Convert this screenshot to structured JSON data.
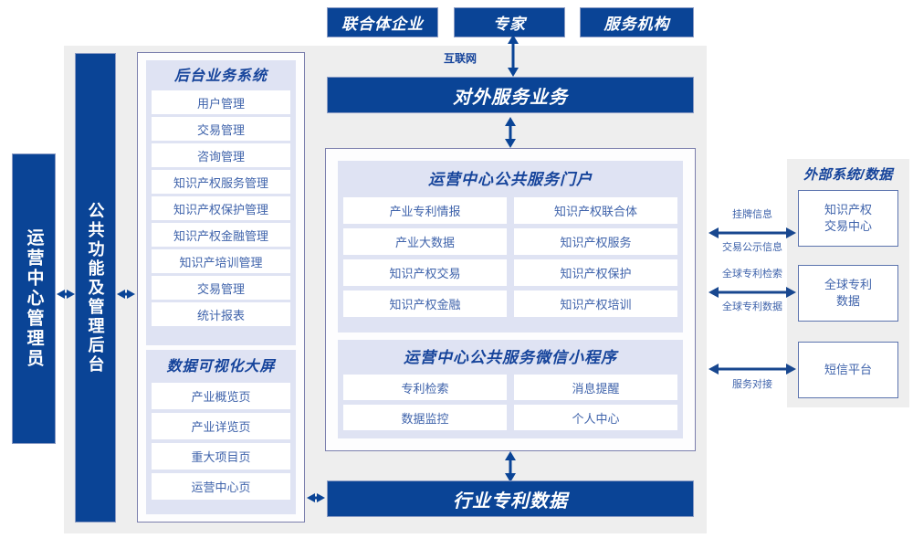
{
  "top_actors": [
    {
      "label": "联合体企业"
    },
    {
      "label": "专家"
    },
    {
      "label": "服务机构"
    }
  ],
  "internet_label": "互联网",
  "external_service": {
    "label": "对外服务业务"
  },
  "admin_column": {
    "label": "运营中心管理员"
  },
  "common_column": {
    "label": "公共功能及管理后台"
  },
  "backend_system": {
    "title": "后台业务系统",
    "items": [
      {
        "label": "用户管理"
      },
      {
        "label": "交易管理"
      },
      {
        "label": "咨询管理"
      },
      {
        "label": "知识产权服务管理"
      },
      {
        "label": "知识产权保护管理"
      },
      {
        "label": "知识产权金融管理"
      },
      {
        "label": "知识产培训管理"
      },
      {
        "label": "交易管理"
      },
      {
        "label": "统计报表"
      }
    ]
  },
  "visualization": {
    "title": "数据可视化大屏",
    "items": [
      {
        "label": "产业概览页"
      },
      {
        "label": "产业详览页"
      },
      {
        "label": "重大项目页"
      },
      {
        "label": "运营中心页"
      }
    ]
  },
  "portal": {
    "title": "运营中心公共服务门户",
    "items": [
      {
        "label": "产业专利情报"
      },
      {
        "label": "知识产权联合体"
      },
      {
        "label": "产业大数据"
      },
      {
        "label": "知识产权服务"
      },
      {
        "label": "知识产权交易"
      },
      {
        "label": "知识产权保护"
      },
      {
        "label": "知识产权金融"
      },
      {
        "label": "知识产权培训"
      }
    ]
  },
  "miniprogram": {
    "title": "运营中心公共服务微信小程序",
    "items": [
      {
        "label": "专利检索"
      },
      {
        "label": "消息提醒"
      },
      {
        "label": "数据监控"
      },
      {
        "label": "个人中心"
      }
    ]
  },
  "industry_data": {
    "label": "行业专利数据"
  },
  "external": {
    "title": "外部系统/数据",
    "boxes": [
      {
        "line1": "知识产权",
        "line2": "交易中心"
      },
      {
        "line1": "全球专利",
        "line2": "数据"
      },
      {
        "line1": "短信平台",
        "line2": ""
      }
    ],
    "connections": [
      {
        "above": "挂牌信息",
        "below": "交易公示信息"
      },
      {
        "above": "全球专利检索",
        "below": "全球专利数据"
      },
      {
        "above": "",
        "below": "服务对接"
      }
    ]
  },
  "colors": {
    "brand_blue": "#0A4496",
    "panel_grey": "#eeeeee",
    "lavender": "#dfe3f3",
    "text_blue": "#3f63ab",
    "title_blue": "#16449b"
  }
}
